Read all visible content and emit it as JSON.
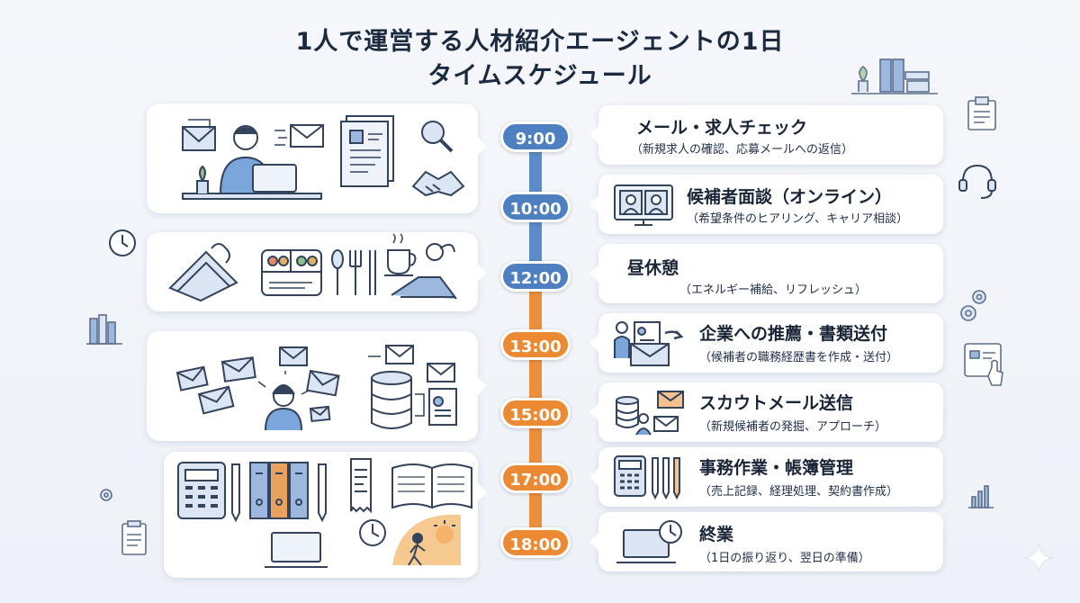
{
  "title": {
    "line1": "1人で運営する人材紹介エージェントの1日",
    "line2": "タイムスケジュール"
  },
  "schedule": [
    {
      "time": "9:00",
      "title": "メール・求人チェック",
      "subtitle": "（新規求人の確認、応募メールへの返信）",
      "color": "blue",
      "icon": "envelope-open-icon"
    },
    {
      "time": "10:00",
      "title": "候補者面談（オンライン）",
      "subtitle": "（希望条件のヒアリング、キャリア相談）",
      "color": "blue",
      "icon": "video-call-icon"
    },
    {
      "time": "12:00",
      "title": "昼休憩",
      "subtitle": "（エネルギー補給、リフレッシュ）",
      "color": "blue",
      "icon": ""
    },
    {
      "time": "13:00",
      "title": "企業への推薦・書類送付",
      "subtitle": "（候補者の職務経歴書を作成・送付）",
      "color": "orange",
      "icon": "send-documents-icon"
    },
    {
      "time": "15:00",
      "title": "スカウトメール送信",
      "subtitle": "（新規候補者の発掘、アプローチ）",
      "color": "orange",
      "icon": "database-mail-icon"
    },
    {
      "time": "17:00",
      "title": "事務作業・帳簿管理",
      "subtitle": "（売上記録、経理処理、契約書作成）",
      "color": "orange",
      "icon": "calculator-pens-icon"
    },
    {
      "time": "18:00",
      "title": "終業",
      "subtitle": "（1日の振り返り、翌日の準備）",
      "color": "orange",
      "icon": "laptop-clock-icon"
    }
  ],
  "colors": {
    "blue": "#4e7fc0",
    "orange": "#eb8a32",
    "ink": "#33435c",
    "fill": "#dbe5f3"
  },
  "panels": [
    {
      "name": "morning-work-illustration",
      "icons": [
        "envelope-icon",
        "person-at-laptop-icon",
        "resume-icon",
        "magnifier-icon",
        "handshake-icon"
      ]
    },
    {
      "name": "lunch-illustration",
      "icons": [
        "sandwich-icon",
        "bento-box-icon",
        "cutlery-icon",
        "coffee-icon",
        "relaxing-person-icon"
      ]
    },
    {
      "name": "scout-mail-illustration",
      "icons": [
        "flying-envelopes-icon",
        "person-icon",
        "database-icon",
        "resume-icon"
      ]
    },
    {
      "name": "office-work-illustration",
      "icons": [
        "calculator-icon",
        "binders-icon",
        "receipt-icon",
        "ledger-book-icon",
        "clock-icon",
        "laptop-icon",
        "walking-home-icon"
      ]
    }
  ]
}
